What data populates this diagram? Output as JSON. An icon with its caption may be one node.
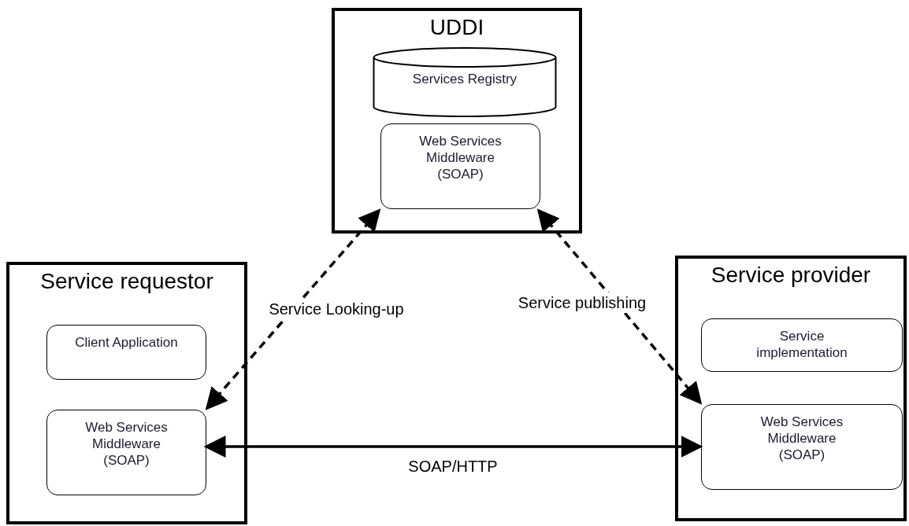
{
  "diagram": {
    "nodes": [
      {
        "text": [
          "UDDI"
        ]
      },
      {
        "text": [
          "Services Registry"
        ],
        "in": 0
      },
      {
        "text": [
          "Web Services Middleware (SOAP)"
        ],
        "in": 0
      },
      {
        "text": [
          "Service requestor"
        ]
      },
      {
        "text": [
          "Client Application"
        ],
        "in": 3
      },
      {
        "text": [
          "Web Services Middleware (SOAP)"
        ],
        "in": 3
      },
      {
        "text": [
          "Service provider"
        ]
      },
      {
        "text": [
          "Service implementation"
        ],
        "in": 6
      },
      {
        "text": [
          "Web Services Middleware (SOAP)"
        ],
        "in": 6
      }
    ],
    "edges": [
      {
        "from": 2,
        "to": 5,
        "arrow": "both",
        "label": "Service Looking-up",
        "style": "dashed"
      },
      {
        "from": 2,
        "to": 8,
        "arrow": "both",
        "label": "Service publishing",
        "style": "dashed"
      },
      {
        "from": 5,
        "to": 8,
        "arrow": "both",
        "label": "SOAP/HTTP"
      }
    ]
  }
}
